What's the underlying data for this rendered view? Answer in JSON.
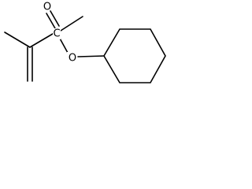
{
  "molecule": {
    "atoms": {
      "carbonyl_oxygen": "O",
      "ester_oxygen": "O",
      "carbonyl_carbon": "C"
    }
  },
  "colors": {
    "bond": "#000000",
    "background": "#ffffff"
  }
}
